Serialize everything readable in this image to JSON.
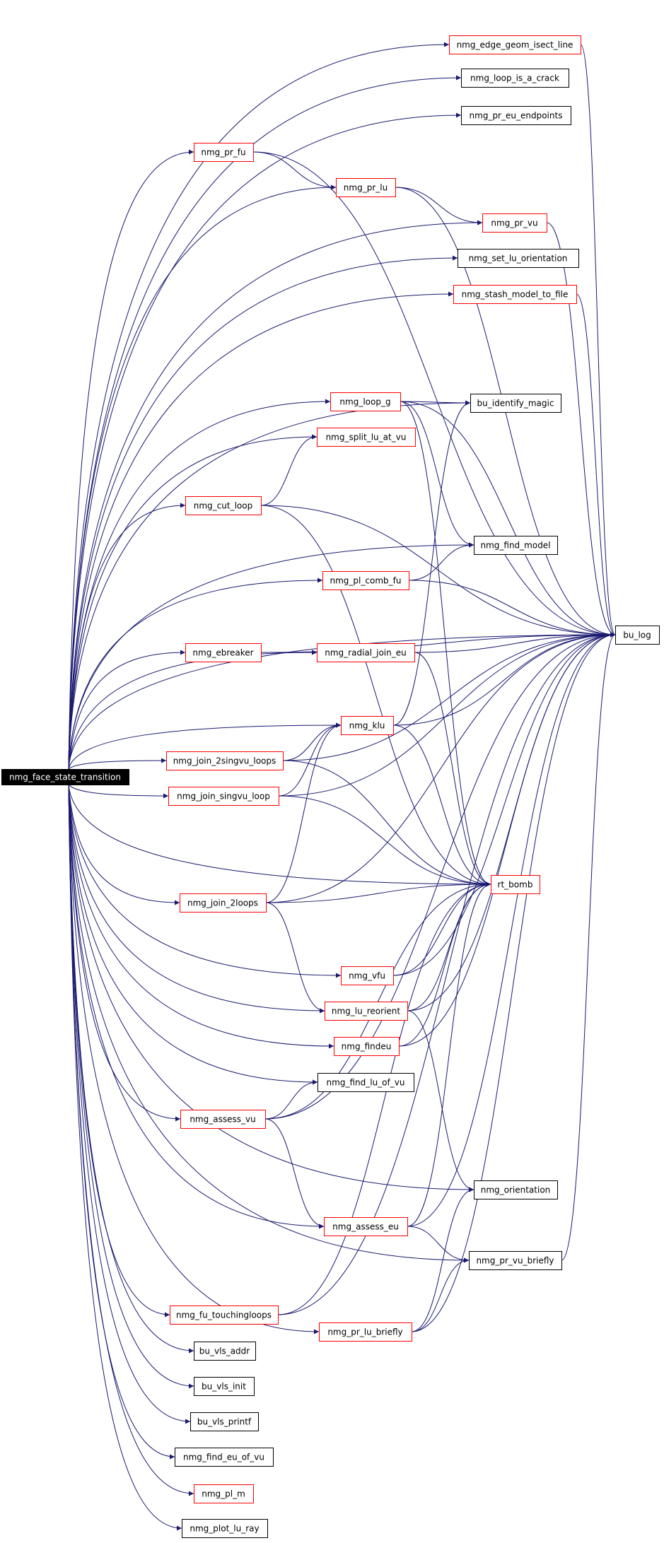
{
  "colors": {
    "edge": "#191970",
    "normal_border": "#000000",
    "link_border": "#ff0000",
    "root_fill": "#000000",
    "root_text": "#ffffff",
    "text": "#000000"
  },
  "graph": {
    "root": "nmg_face_state_transition",
    "nodes": [
      {
        "id": "nmg_face_state_transition",
        "label": "nmg_face_state_transition",
        "style": "root"
      },
      {
        "id": "nmg_edge_geom_isect_line",
        "label": "nmg_edge_geom_isect_line",
        "style": "red"
      },
      {
        "id": "nmg_loop_is_a_crack",
        "label": "nmg_loop_is_a_crack",
        "style": "black"
      },
      {
        "id": "nmg_pr_eu_endpoints",
        "label": "nmg_pr_eu_endpoints",
        "style": "black"
      },
      {
        "id": "nmg_pr_fu",
        "label": "nmg_pr_fu",
        "style": "red"
      },
      {
        "id": "nmg_pr_lu",
        "label": "nmg_pr_lu",
        "style": "red"
      },
      {
        "id": "nmg_pr_vu",
        "label": "nmg_pr_vu",
        "style": "red"
      },
      {
        "id": "nmg_set_lu_orientation",
        "label": "nmg_set_lu_orientation",
        "style": "black"
      },
      {
        "id": "nmg_stash_model_to_file",
        "label": "nmg_stash_model_to_file",
        "style": "red"
      },
      {
        "id": "nmg_loop_g",
        "label": "nmg_loop_g",
        "style": "red"
      },
      {
        "id": "bu_identify_magic",
        "label": "bu_identify_magic",
        "style": "black"
      },
      {
        "id": "nmg_split_lu_at_vu",
        "label": "nmg_split_lu_at_vu",
        "style": "red"
      },
      {
        "id": "nmg_cut_loop",
        "label": "nmg_cut_loop",
        "style": "red"
      },
      {
        "id": "nmg_find_model",
        "label": "nmg_find_model",
        "style": "black"
      },
      {
        "id": "nmg_pl_comb_fu",
        "label": "nmg_pl_comb_fu",
        "style": "red"
      },
      {
        "id": "bu_log",
        "label": "bu_log",
        "style": "black"
      },
      {
        "id": "nmg_ebreaker",
        "label": "nmg_ebreaker",
        "style": "red"
      },
      {
        "id": "nmg_radial_join_eu",
        "label": "nmg_radial_join_eu",
        "style": "red"
      },
      {
        "id": "nmg_klu",
        "label": "nmg_klu",
        "style": "red"
      },
      {
        "id": "nmg_join_2singvu_loops",
        "label": "nmg_join_2singvu_loops",
        "style": "red"
      },
      {
        "id": "nmg_join_singvu_loop",
        "label": "nmg_join_singvu_loop",
        "style": "red"
      },
      {
        "id": "rt_bomb",
        "label": "rt_bomb",
        "style": "red"
      },
      {
        "id": "nmg_join_2loops",
        "label": "nmg_join_2loops",
        "style": "red"
      },
      {
        "id": "nmg_vfu",
        "label": "nmg_vfu",
        "style": "red"
      },
      {
        "id": "nmg_lu_reorient",
        "label": "nmg_lu_reorient",
        "style": "red"
      },
      {
        "id": "nmg_findeu",
        "label": "nmg_findeu",
        "style": "red"
      },
      {
        "id": "nmg_find_lu_of_vu",
        "label": "nmg_find_lu_of_vu",
        "style": "black"
      },
      {
        "id": "nmg_assess_vu",
        "label": "nmg_assess_vu",
        "style": "red"
      },
      {
        "id": "nmg_orientation",
        "label": "nmg_orientation",
        "style": "black"
      },
      {
        "id": "nmg_assess_eu",
        "label": "nmg_assess_eu",
        "style": "red"
      },
      {
        "id": "nmg_pr_vu_briefly",
        "label": "nmg_pr_vu_briefly",
        "style": "black"
      },
      {
        "id": "nmg_fu_touchingloops",
        "label": "nmg_fu_touchingloops",
        "style": "red"
      },
      {
        "id": "nmg_pr_lu_briefly",
        "label": "nmg_pr_lu_briefly",
        "style": "red"
      },
      {
        "id": "bu_vls_addr",
        "label": "bu_vls_addr",
        "style": "black"
      },
      {
        "id": "bu_vls_init",
        "label": "bu_vls_init",
        "style": "black"
      },
      {
        "id": "bu_vls_printf",
        "label": "bu_vls_printf",
        "style": "black"
      },
      {
        "id": "nmg_find_eu_of_vu",
        "label": "nmg_find_eu_of_vu",
        "style": "black"
      },
      {
        "id": "nmg_pl_m",
        "label": "nmg_pl_m",
        "style": "red"
      },
      {
        "id": "nmg_plot_lu_ray",
        "label": "nmg_plot_lu_ray",
        "style": "black"
      }
    ],
    "edges": [
      [
        "nmg_face_state_transition",
        "nmg_edge_geom_isect_line"
      ],
      [
        "nmg_face_state_transition",
        "nmg_loop_is_a_crack"
      ],
      [
        "nmg_face_state_transition",
        "nmg_pr_eu_endpoints"
      ],
      [
        "nmg_face_state_transition",
        "nmg_pr_fu"
      ],
      [
        "nmg_face_state_transition",
        "nmg_pr_lu"
      ],
      [
        "nmg_face_state_transition",
        "nmg_pr_vu"
      ],
      [
        "nmg_face_state_transition",
        "nmg_set_lu_orientation"
      ],
      [
        "nmg_face_state_transition",
        "nmg_stash_model_to_file"
      ],
      [
        "nmg_face_state_transition",
        "bu_identify_magic"
      ],
      [
        "nmg_face_state_transition",
        "nmg_loop_g"
      ],
      [
        "nmg_face_state_transition",
        "nmg_split_lu_at_vu"
      ],
      [
        "nmg_face_state_transition",
        "nmg_cut_loop"
      ],
      [
        "nmg_face_state_transition",
        "nmg_find_model"
      ],
      [
        "nmg_face_state_transition",
        "nmg_pl_comb_fu"
      ],
      [
        "nmg_face_state_transition",
        "bu_log"
      ],
      [
        "nmg_face_state_transition",
        "nmg_ebreaker"
      ],
      [
        "nmg_face_state_transition",
        "nmg_radial_join_eu"
      ],
      [
        "nmg_face_state_transition",
        "nmg_klu"
      ],
      [
        "nmg_face_state_transition",
        "nmg_join_2singvu_loops"
      ],
      [
        "nmg_face_state_transition",
        "nmg_join_singvu_loop"
      ],
      [
        "nmg_face_state_transition",
        "rt_bomb"
      ],
      [
        "nmg_face_state_transition",
        "nmg_join_2loops"
      ],
      [
        "nmg_face_state_transition",
        "nmg_vfu"
      ],
      [
        "nmg_face_state_transition",
        "nmg_lu_reorient"
      ],
      [
        "nmg_face_state_transition",
        "nmg_findeu"
      ],
      [
        "nmg_face_state_transition",
        "nmg_find_lu_of_vu"
      ],
      [
        "nmg_face_state_transition",
        "nmg_assess_vu"
      ],
      [
        "nmg_face_state_transition",
        "nmg_orientation"
      ],
      [
        "nmg_face_state_transition",
        "nmg_assess_eu"
      ],
      [
        "nmg_face_state_transition",
        "nmg_pr_vu_briefly"
      ],
      [
        "nmg_face_state_transition",
        "nmg_fu_touchingloops"
      ],
      [
        "nmg_face_state_transition",
        "nmg_pr_lu_briefly"
      ],
      [
        "nmg_face_state_transition",
        "bu_vls_addr"
      ],
      [
        "nmg_face_state_transition",
        "bu_vls_init"
      ],
      [
        "nmg_face_state_transition",
        "bu_vls_printf"
      ],
      [
        "nmg_face_state_transition",
        "nmg_find_eu_of_vu"
      ],
      [
        "nmg_face_state_transition",
        "nmg_pl_m"
      ],
      [
        "nmg_face_state_transition",
        "nmg_plot_lu_ray"
      ],
      [
        "nmg_edge_geom_isect_line",
        "bu_log"
      ],
      [
        "nmg_pr_fu",
        "nmg_pr_lu"
      ],
      [
        "nmg_pr_fu",
        "bu_log"
      ],
      [
        "nmg_pr_lu",
        "nmg_pr_vu"
      ],
      [
        "nmg_pr_lu",
        "bu_log"
      ],
      [
        "nmg_pr_vu",
        "bu_log"
      ],
      [
        "nmg_stash_model_to_file",
        "bu_log"
      ],
      [
        "nmg_loop_g",
        "bu_identify_magic"
      ],
      [
        "nmg_loop_g",
        "nmg_find_model"
      ],
      [
        "nmg_loop_g",
        "bu_log"
      ],
      [
        "nmg_loop_g",
        "rt_bomb"
      ],
      [
        "nmg_cut_loop",
        "nmg_split_lu_at_vu"
      ],
      [
        "nmg_cut_loop",
        "bu_log"
      ],
      [
        "nmg_cut_loop",
        "rt_bomb"
      ],
      [
        "nmg_pl_comb_fu",
        "nmg_find_model"
      ],
      [
        "nmg_pl_comb_fu",
        "bu_log"
      ],
      [
        "nmg_ebreaker",
        "bu_log"
      ],
      [
        "nmg_ebreaker",
        "nmg_radial_join_eu"
      ],
      [
        "nmg_radial_join_eu",
        "bu_log"
      ],
      [
        "nmg_radial_join_eu",
        "rt_bomb"
      ],
      [
        "nmg_klu",
        "bu_identify_magic"
      ],
      [
        "nmg_klu",
        "bu_log"
      ],
      [
        "nmg_klu",
        "rt_bomb"
      ],
      [
        "nmg_join_2singvu_loops",
        "bu_log"
      ],
      [
        "nmg_join_2singvu_loops",
        "nmg_klu"
      ],
      [
        "nmg_join_2singvu_loops",
        "rt_bomb"
      ],
      [
        "nmg_join_singvu_loop",
        "nmg_klu"
      ],
      [
        "nmg_join_singvu_loop",
        "bu_log"
      ],
      [
        "nmg_join_singvu_loop",
        "rt_bomb"
      ],
      [
        "nmg_join_2loops",
        "nmg_klu"
      ],
      [
        "nmg_join_2loops",
        "rt_bomb"
      ],
      [
        "nmg_join_2loops",
        "nmg_lu_reorient"
      ],
      [
        "nmg_join_2loops",
        "bu_log"
      ],
      [
        "nmg_vfu",
        "rt_bomb"
      ],
      [
        "nmg_vfu",
        "bu_log"
      ],
      [
        "nmg_lu_reorient",
        "rt_bomb"
      ],
      [
        "nmg_lu_reorient",
        "bu_log"
      ],
      [
        "nmg_lu_reorient",
        "nmg_orientation"
      ],
      [
        "nmg_findeu",
        "rt_bomb"
      ],
      [
        "nmg_findeu",
        "bu_log"
      ],
      [
        "nmg_assess_vu",
        "nmg_find_lu_of_vu"
      ],
      [
        "nmg_assess_vu",
        "bu_log"
      ],
      [
        "nmg_assess_vu",
        "nmg_assess_eu"
      ],
      [
        "nmg_assess_vu",
        "rt_bomb"
      ],
      [
        "nmg_assess_eu",
        "rt_bomb"
      ],
      [
        "nmg_assess_eu",
        "nmg_pr_vu_briefly"
      ],
      [
        "nmg_assess_eu",
        "bu_log"
      ],
      [
        "nmg_pr_vu_briefly",
        "bu_log"
      ],
      [
        "nmg_fu_touchingloops",
        "rt_bomb"
      ],
      [
        "nmg_fu_touchingloops",
        "bu_log"
      ],
      [
        "nmg_pr_lu_briefly",
        "nmg_orientation"
      ],
      [
        "nmg_pr_lu_briefly",
        "nmg_pr_vu_briefly"
      ],
      [
        "nmg_pr_lu_briefly",
        "bu_log"
      ]
    ]
  }
}
